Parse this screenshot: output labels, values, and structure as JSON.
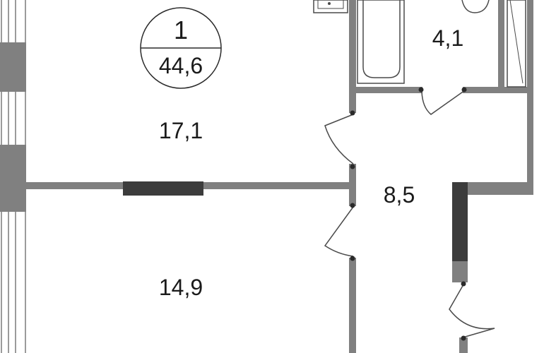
{
  "badge": {
    "rooms": "1",
    "total_area": "44,6"
  },
  "rooms": [
    {
      "id": "living-room",
      "area": "17,1"
    },
    {
      "id": "bedroom",
      "area": "14,9"
    },
    {
      "id": "hallway",
      "area": "8,5"
    },
    {
      "id": "bathroom",
      "area": "4,1"
    }
  ],
  "colors": {
    "wall": "#808080",
    "dark_wall": "#3c3c3c",
    "line": "#4a4a4a",
    "background": "#ffffff"
  }
}
